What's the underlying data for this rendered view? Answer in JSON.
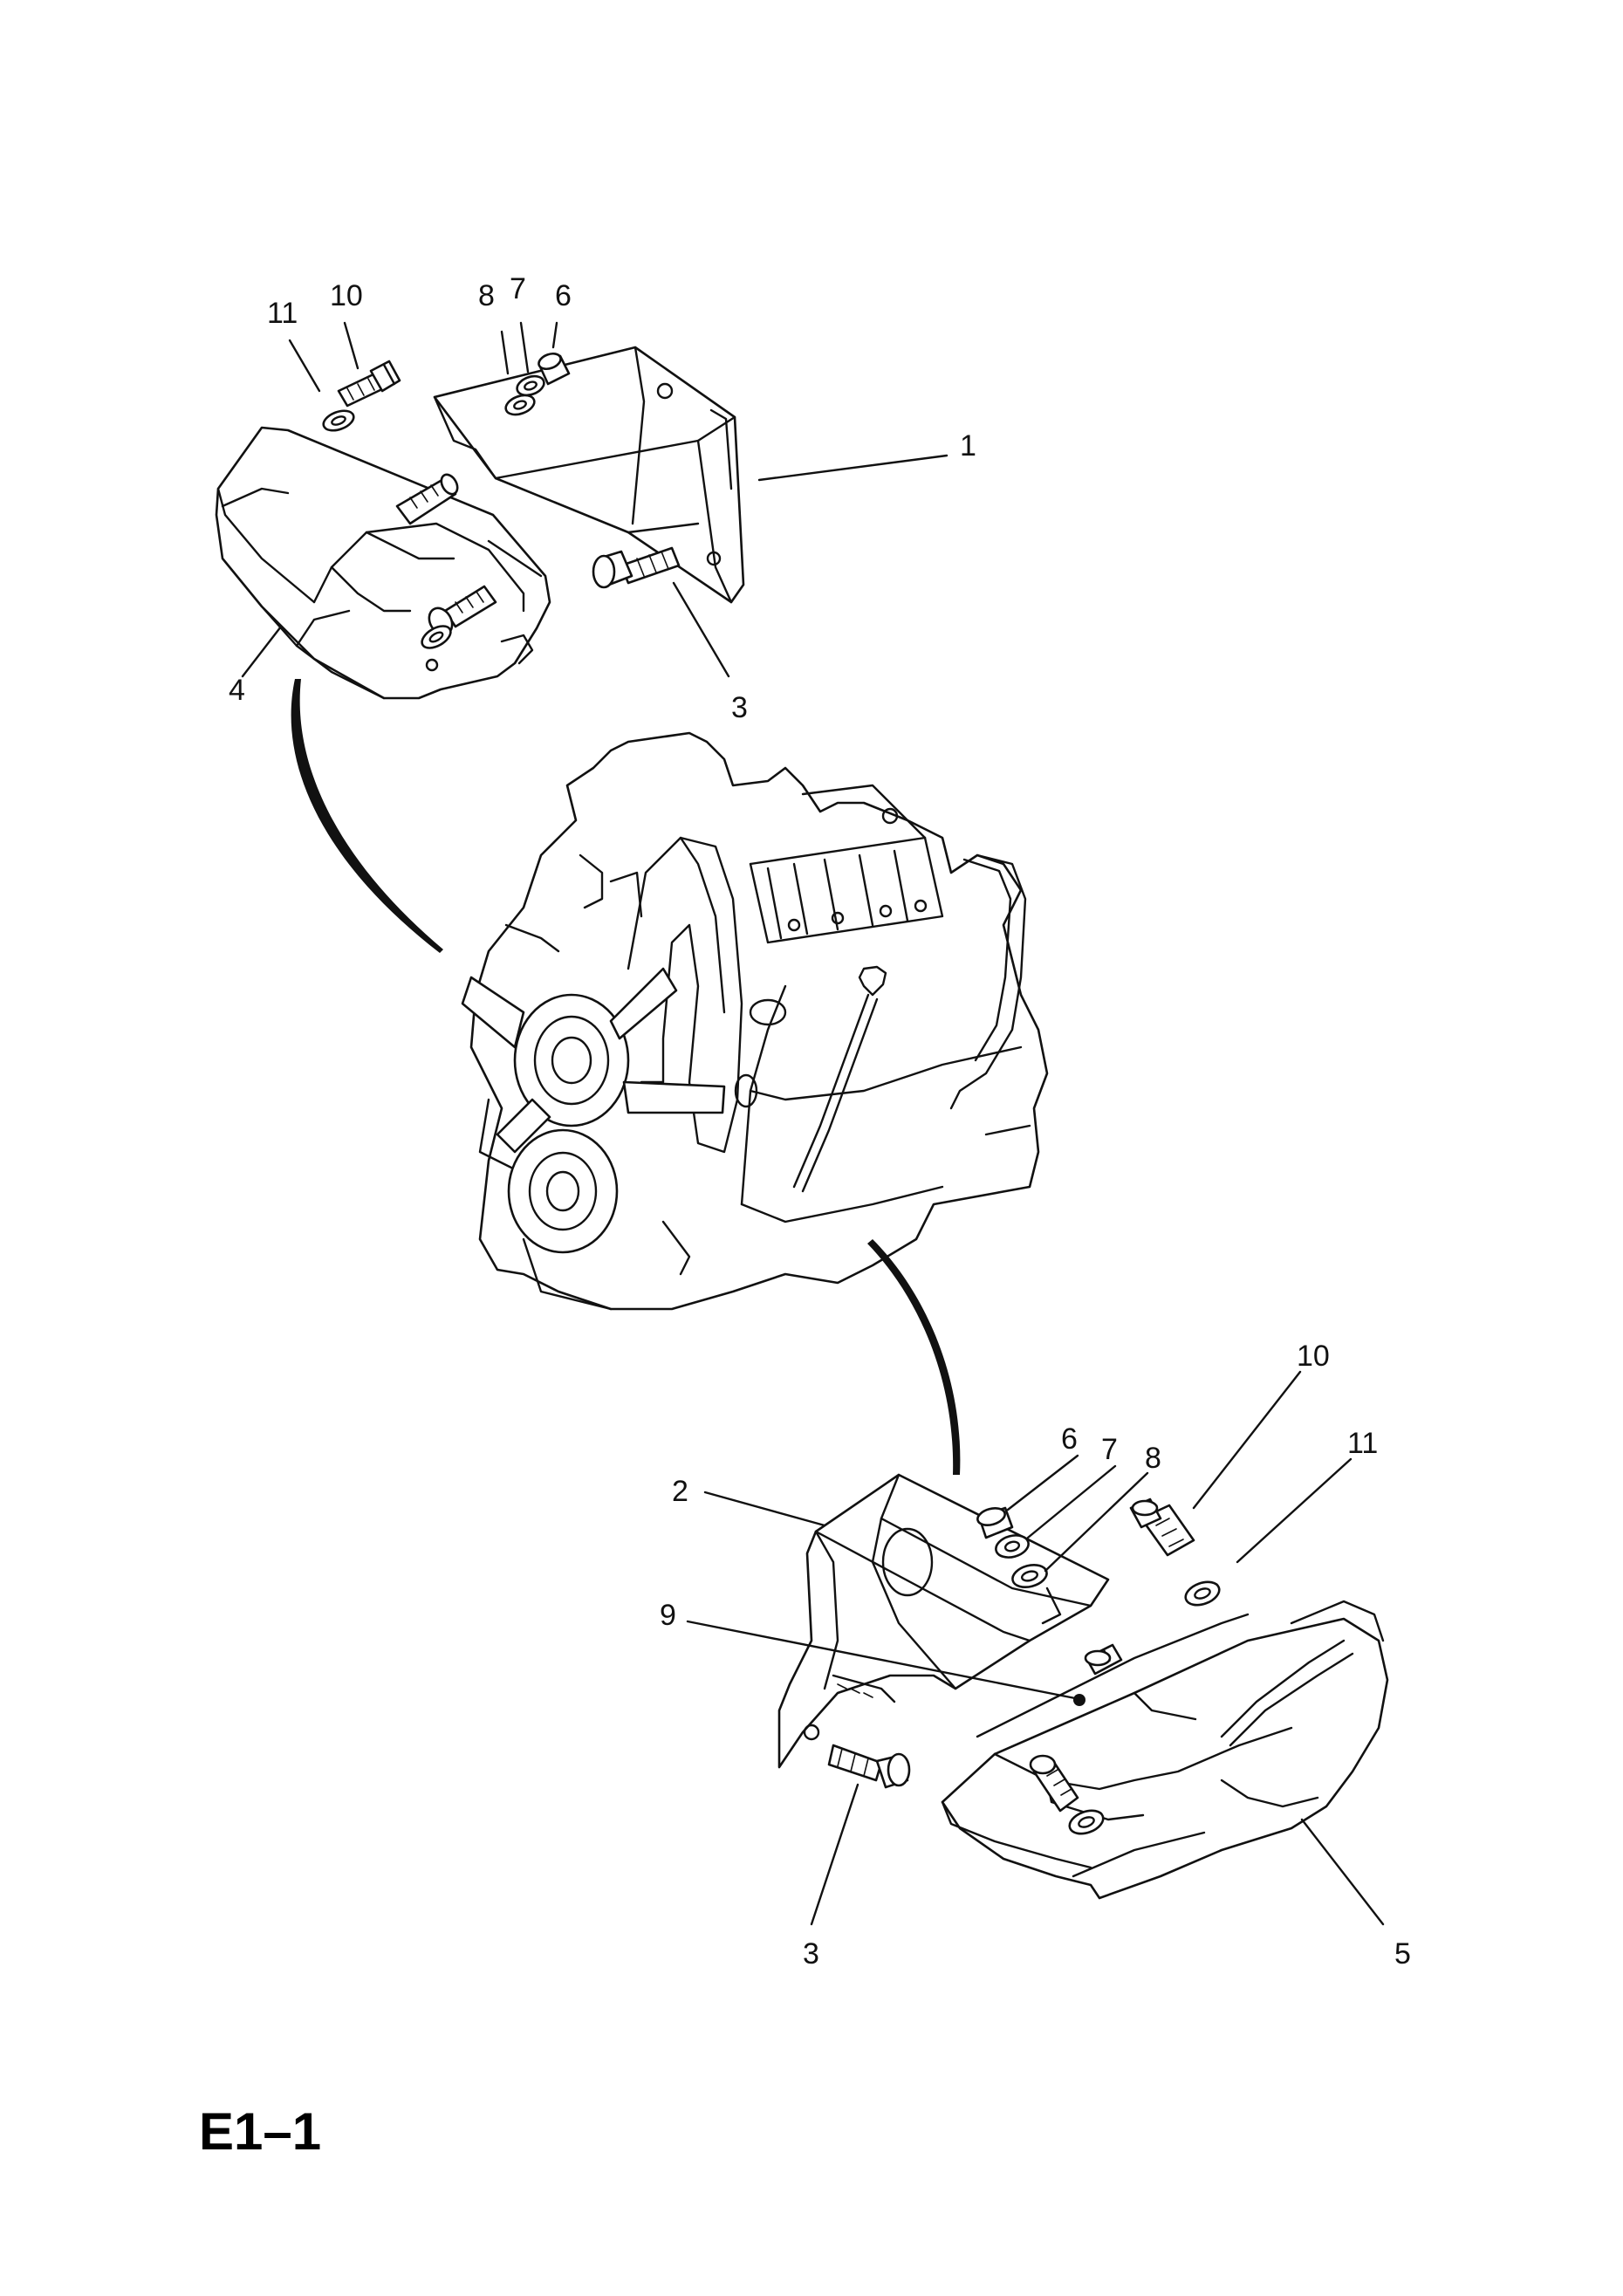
{
  "page": {
    "code": "E1–1"
  },
  "callouts": {
    "top": [
      "1",
      "3",
      "4",
      "6",
      "7",
      "8",
      "10",
      "11"
    ],
    "bottom": [
      "2",
      "3",
      "5",
      "6",
      "7",
      "8",
      "9",
      "10",
      "11"
    ]
  }
}
